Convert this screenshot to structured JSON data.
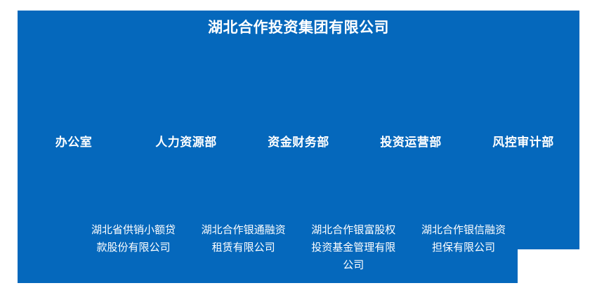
{
  "theme": {
    "panel_color": "#0568bc",
    "text_color": "#ffffff",
    "page_background": "#ffffff"
  },
  "chart": {
    "title": "湖北合作投资集团有限公司",
    "departments": [
      {
        "label": "办公室"
      },
      {
        "label": "人力资源部"
      },
      {
        "label": "资金财务部"
      },
      {
        "label": "投资运营部"
      },
      {
        "label": "风控审计部"
      }
    ],
    "subsidiaries": [
      {
        "label": "湖北省供销小额贷款股份有限公司"
      },
      {
        "label": "湖北合作银通融资租赁有限公司"
      },
      {
        "label": "湖北合作银富股权投资基金管理有限公司"
      },
      {
        "label": "湖北合作银信融资担保有限公司"
      }
    ]
  }
}
